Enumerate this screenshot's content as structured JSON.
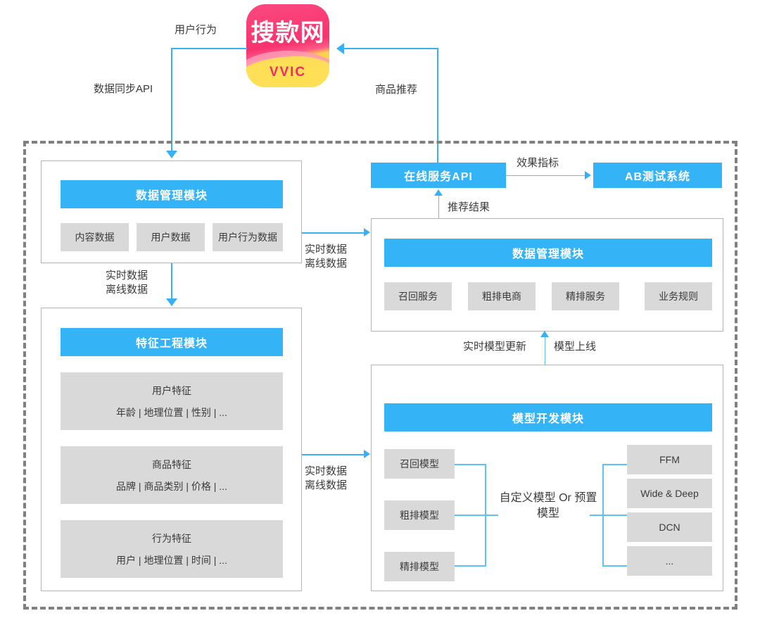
{
  "logo": {
    "name": "搜款网",
    "subtitle": "VVIC"
  },
  "flows": {
    "user_behavior": "用户行为",
    "data_sync_api": "数据同步API",
    "item_recommend": "商品推荐",
    "effect_metrics": "效果指标",
    "recommend_result": "推荐结果",
    "realtime_offline": "实时数据\n离线数据",
    "realtime_model_update": "实时模型更新",
    "model_online": "模型上线"
  },
  "online_service": {
    "title": "在线服务API"
  },
  "ab_test": {
    "title": "AB测试系统"
  },
  "data_module_left": {
    "title": "数据管理模块",
    "chips": [
      "内容数据",
      "用户数据",
      "用户行为数据"
    ]
  },
  "data_module_right": {
    "title": "数据管理模块",
    "chips": [
      "召回服务",
      "粗排电商",
      "精排服务",
      "业务规则"
    ]
  },
  "feature_module": {
    "title": "特征工程模块",
    "blocks": [
      {
        "title": "用户特征",
        "detail": "年龄 | 地理位置 | 性别 | ..."
      },
      {
        "title": "商品特征",
        "detail": "品牌 | 商品类别 | 价格 | ..."
      },
      {
        "title": "行为特征",
        "detail": "用户 | 地理位置 | 时间 | ..."
      }
    ]
  },
  "model_module": {
    "title": "模型开发模块",
    "left_models": [
      "召回模型",
      "粗排模型",
      "精排模型"
    ],
    "center_label": "自定义模型\nOr\n预置模型",
    "right_models": [
      "FFM",
      "Wide & Deep",
      "DCN",
      "..."
    ]
  },
  "colors": {
    "accent_blue": "#34b3f7",
    "line_blue": "#38b0f5",
    "chip_gray": "#d9d9d9",
    "border_gray": "#b4b4b4",
    "dashed_gray": "#808080"
  }
}
